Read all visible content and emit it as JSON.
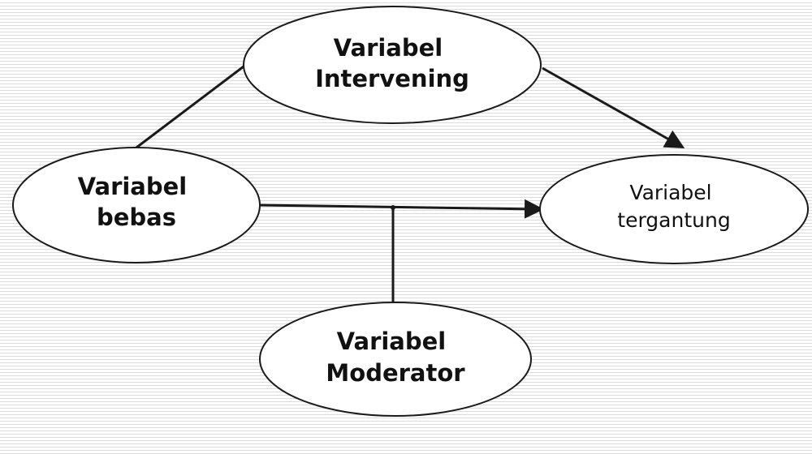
{
  "nodes": {
    "intervening": {
      "lines": [
        "Variabel",
        "Intervening"
      ]
    },
    "bebas": {
      "lines": [
        "Variabel",
        "bebas"
      ]
    },
    "tergantung": {
      "lines": [
        "Variabel",
        "tergantung"
      ]
    },
    "moderator": {
      "lines": [
        "Variabel",
        "Moderator"
      ]
    }
  },
  "colors": {
    "line": "#1a1a1a",
    "node_fill": "#ffffff",
    "background_stripe": "#dcdcdc"
  }
}
